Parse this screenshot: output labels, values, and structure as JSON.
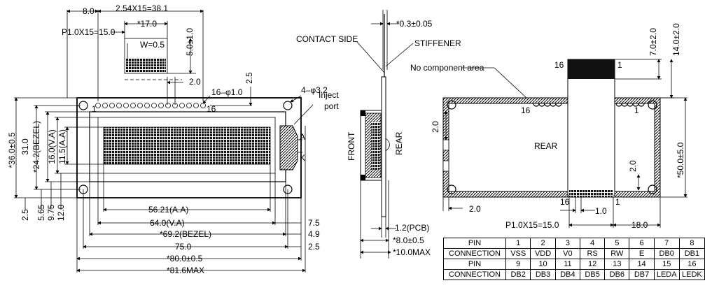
{
  "front_view": {
    "dims_top": [
      "8.0",
      "2.54X15=38.1",
      "P1.0X15=15.0",
      "*17.0",
      "W=0.5",
      "5.0±1.0",
      "2.0",
      "16–φ1.0",
      "2.5",
      "4–φ3.2"
    ],
    "pin_labels": [
      "1",
      "16"
    ],
    "inject_port": [
      "Inject",
      "port"
    ],
    "backlight_labels": [
      "A",
      "K"
    ],
    "dims_left": [
      "*36.0±0.5",
      "31.0",
      "*24.2(BEZEL)",
      "16.0(V.A)",
      "11.5(A.A)"
    ],
    "dims_bottom_left": [
      "2.5",
      "5.65",
      "9.75",
      "12.0"
    ],
    "dims_bottom": [
      "56.21(A.A)",
      "64.0(V.A)",
      "*69.2(BEZEL)",
      "75.0",
      "*80.0±0.5",
      "*81.6MAX"
    ],
    "dims_right": [
      "7.5",
      "4.9",
      "2.5"
    ]
  },
  "side_view": {
    "labels": [
      "CONTACT SIDE",
      "STIFFENER",
      "FRONT",
      "REAR"
    ],
    "dims": [
      "*0.3±0.05",
      "1.2(PCB)",
      "*8.0±0.5",
      "*10.0MAX"
    ]
  },
  "rear_view": {
    "labels": [
      "No component area",
      "REAR"
    ],
    "pin_labels": [
      "16",
      "1",
      "16",
      "1",
      "16",
      "1"
    ],
    "dims": [
      "7.0±2.0",
      "14.0±2.0",
      "*50.0±5.0",
      "2.0",
      "2.0",
      "2.0",
      "1.0",
      "P1.0X15=15.0",
      "18.0"
    ]
  },
  "pin_table": {
    "rows": [
      [
        "PIN",
        "1",
        "2",
        "3",
        "4",
        "5",
        "6",
        "7",
        "8"
      ],
      [
        "CONNECTION",
        "VSS",
        "VDD",
        "V0",
        "RS",
        "RW",
        "E",
        "DB0",
        "DB1"
      ],
      [
        "PIN",
        "9",
        "10",
        "11",
        "12",
        "13",
        "14",
        "15",
        "16"
      ],
      [
        "CONNECTION",
        "DB2",
        "DB3",
        "DB4",
        "DB5",
        "DB6",
        "DB7",
        "LEDA",
        "LEDK"
      ]
    ]
  }
}
